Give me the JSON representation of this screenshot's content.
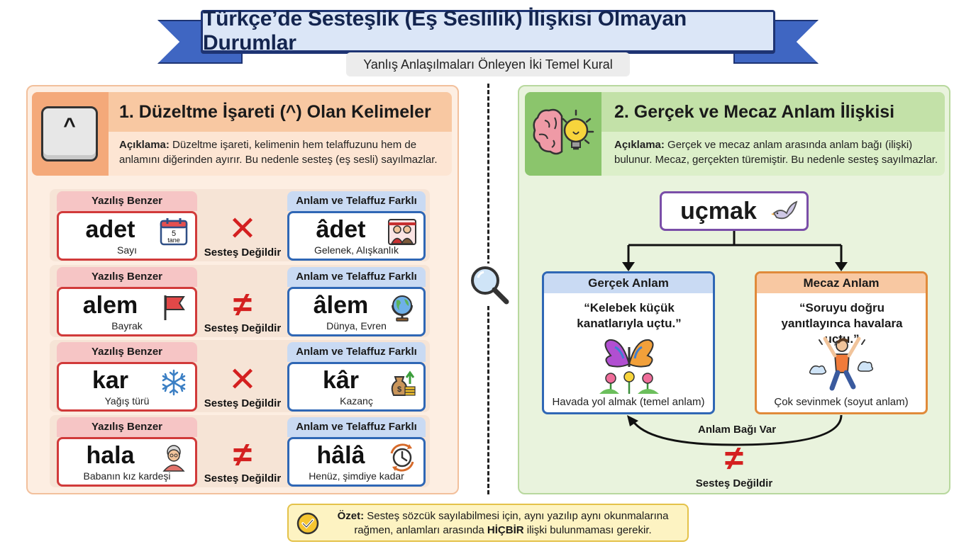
{
  "header": {
    "title": "Türkçe’de Sesteşlik (Eş Seslilik) İlişkisi Olmayan Durumlar",
    "subtitle": "Yanlış Anlaşılmaları Önleyen İki Temel Kural"
  },
  "left": {
    "key_glyph": "^",
    "title": "1. Düzeltme İşareti (^) Olan Kelimeler",
    "desc_label": "Açıklama:",
    "desc_text": " Düzeltme işareti, kelimenin hem telaffuzunu hem de anlamını diğerinden ayırır. Bu nedenle sesteş (eş sesli) sayılmazlar.",
    "rows": [
      {
        "left_header": "Yazılış Benzer",
        "left_word": "adet",
        "left_meaning": "Sayı",
        "symbol": "✕",
        "symbol_label": "Sesteş Değildir",
        "right_header": "Anlam ve Telaffuz Farklı",
        "right_word": "âdet",
        "right_meaning": "Gelenek, Alışkanlık",
        "left_icon": "calendar-icon",
        "right_icon": "people-icon",
        "left_icon_text": "5",
        "left_icon_text2": "tane"
      },
      {
        "left_header": "Yazılış Benzer",
        "left_word": "alem",
        "left_meaning": "Bayrak",
        "symbol": "≠",
        "symbol_label": "Sesteş Değildir",
        "right_header": "Anlam ve Telaffuz Farklı",
        "right_word": "âlem",
        "right_meaning": "Dünya, Evren",
        "left_icon": "flag-icon",
        "right_icon": "globe-icon"
      },
      {
        "left_header": "Yazılış Benzer",
        "left_word": "kar",
        "left_meaning": "Yağış türü",
        "symbol": "✕",
        "symbol_label": "Sesteş Değildir",
        "right_header": "Anlam ve Telaffuz Farklı",
        "right_word": "kâr",
        "right_meaning": "Kazanç",
        "left_icon": "snowflake-icon",
        "right_icon": "money-bag-icon"
      },
      {
        "left_header": "Yazılış Benzer",
        "left_word": "hala",
        "left_meaning": "Babanın kız kardeşi",
        "symbol": "≠",
        "symbol_label": "Sesteş Değildir",
        "right_header": "Anlam ve Telaffuz Farklı",
        "right_word": "hâlâ",
        "right_meaning": "Henüz, şimdiye kadar",
        "left_icon": "grandmother-icon",
        "right_icon": "clock-icon"
      }
    ]
  },
  "right": {
    "title": "2. Gerçek ve Mecaz Anlam İlişkisi",
    "desc_label": "Açıklama:",
    "desc_text": " Gerçek ve mecaz anlam arasında anlam bağı (ilişki) bulunur. Mecaz, gerçekten türemiştir. Bu nedenle sesteş sayılmazlar.",
    "root_word": "uçmak",
    "literal": {
      "header": "Gerçek Anlam",
      "quote": "“Kelebek küçük kanatlarıyla uçtu.”",
      "footer": "Havada yol almak (temel anlam)"
    },
    "figurative": {
      "header": "Mecaz Anlam",
      "quote": "“Soruyu doğru yanıtlayınca havalara uçtu.”",
      "footer": "Çok sevinmek (soyut anlam)"
    },
    "link_label": "Anlam Bağı Var",
    "neq_symbol": "≠",
    "neq_label": "Sesteş Değildir"
  },
  "summary": {
    "label": "Özet:",
    "text_a": " Sesteş sözcük sayılabilmesi için, aynı yazılıp aynı okunmalarına rağmen, anlamları arasında ",
    "emphasis": "HİÇBİR",
    "text_b": " ilişki bulunmaması gerekir."
  },
  "colors": {
    "red": "#d13a3a",
    "blue": "#2f67b5",
    "orange": "#e08a3a",
    "green": "#8bc56c",
    "purple": "#7a4ea8",
    "navy": "#1e3473"
  }
}
